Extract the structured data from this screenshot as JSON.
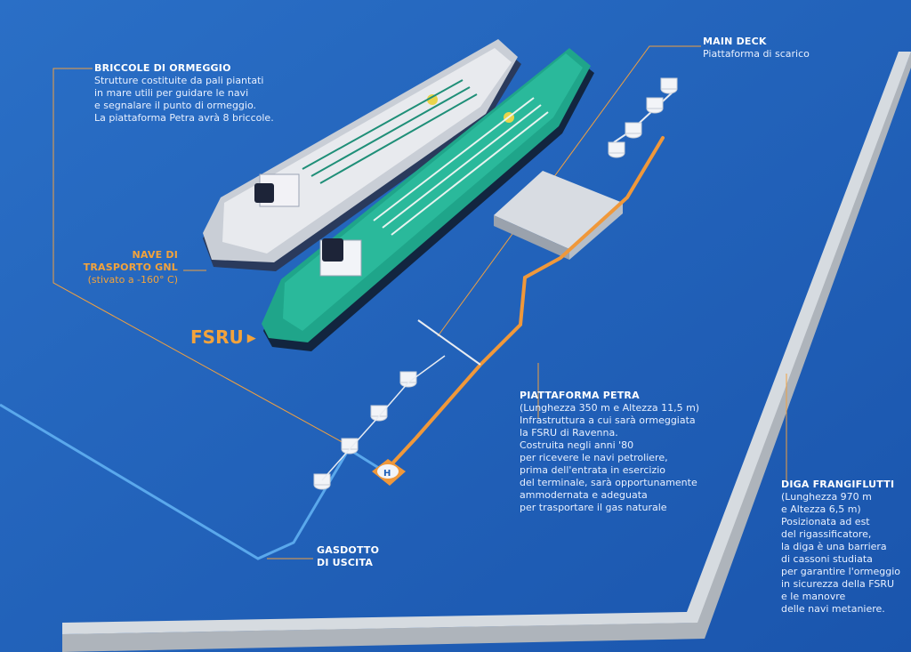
{
  "colors": {
    "sea": "#1f5fb8",
    "accent": "#f3a33b",
    "leader": "#f0a040",
    "pipe_exit": "#5aa8ec",
    "breakwater": "#c4c9cf",
    "fsru_hull": "#1fa58a",
    "lng_hull": "#c9ced6"
  },
  "labels": {
    "briccole": {
      "title": "BRICCOLE DI ORMEGGIO",
      "desc": "Strutture costituite da pali piantati\nin mare utili per guidare le navi\ne segnalare il punto di ormeggio.\nLa piattaforma Petra avrà 8 briccole."
    },
    "main_deck": {
      "title": "MAIN DECK",
      "desc": "Piattaforma di scarico"
    },
    "nave_gnl": {
      "title": "NAVE DI\nTRASPORTO GNL",
      "desc": "(stivato a -160° C)"
    },
    "fsru": {
      "title": "FSRU",
      "arrow": "▶"
    },
    "petra": {
      "title": "PIATTAFORMA PETRA",
      "desc": "(Lunghezza 350 m e Altezza 11,5 m)\nInfrastruttura a cui sarà ormeggiata\nla FSRU di Ravenna.\nCostruita negli anni '80\nper ricevere le navi petroliere,\nprima dell'entrata in esercizio\ndel terminale, sarà opportunamente\nammodernata e adeguata\nper trasportare il gas naturale"
    },
    "diga": {
      "title": "DIGA FRANGIFLUTTI",
      "desc": "(Lunghezza 970 m\ne Altezza 6,5 m)\nPosizionata ad est\ndel rigassificatore,\nla diga è una barriera\ndi cassoni studiata\nper garantire l'ormeggio\nin sicurezza della FSRU\ne le manovre\ndelle navi metaniere."
    },
    "gasdotto": {
      "title": "GASDOTTO\nDI USCITA"
    }
  },
  "helipad_letter": "H"
}
